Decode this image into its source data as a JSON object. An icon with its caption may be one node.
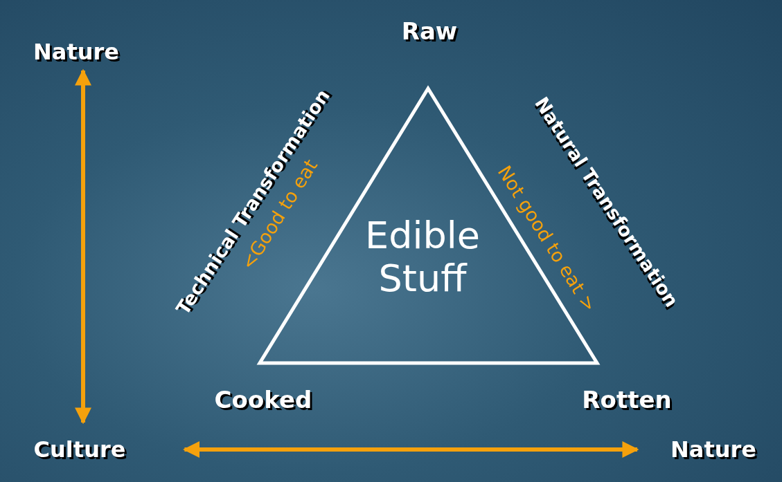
{
  "diagram": {
    "nodes": [
      {
        "text": [
          "Nature"
        ]
      },
      {
        "text": [
          "Culture"
        ]
      },
      {
        "text": [
          "Nature"
        ]
      },
      {
        "text": [
          "Edible Stuff"
        ]
      }
    ],
    "edges": [
      {
        "from": 0,
        "to": 1,
        "arrow": "both"
      },
      {
        "from": 1,
        "to": 2,
        "arrow": "both"
      }
    ],
    "labels": [
      "Raw",
      "Technical Transformation",
      "Natural Transformation",
      "<Good to eat",
      "Not good to eat >",
      "Cooked",
      "Rotten"
    ]
  }
}
